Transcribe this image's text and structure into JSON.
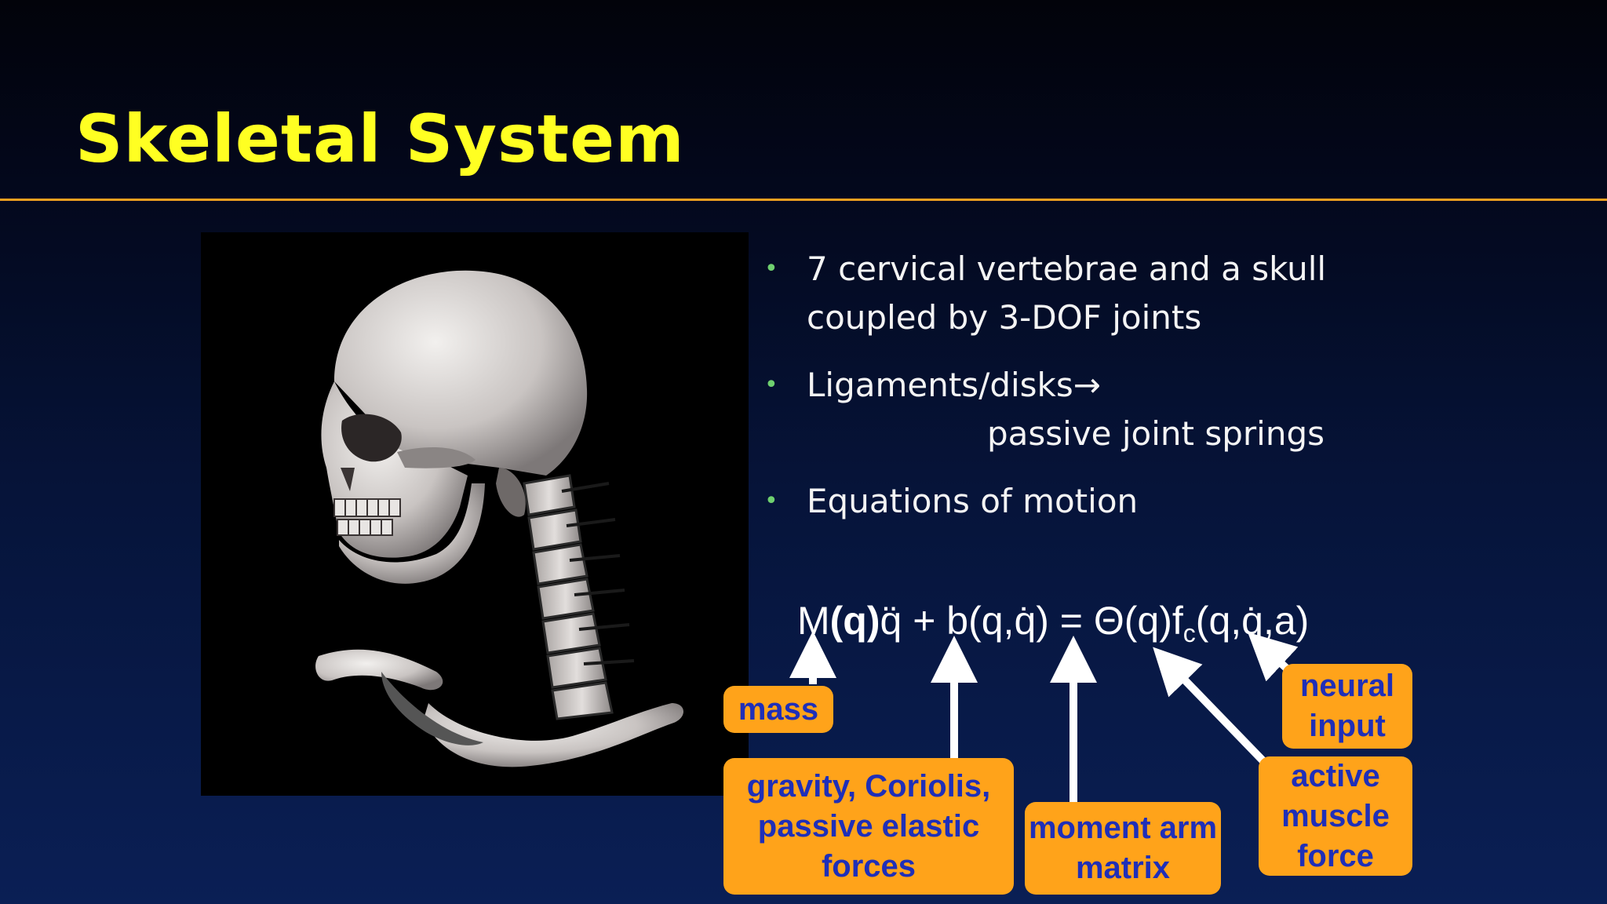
{
  "slide": {
    "title": "Skeletal System",
    "bullets": [
      {
        "line1": "7 cervical vertebrae and a skull",
        "line2": "coupled by 3-DOF joints"
      },
      {
        "line1": "Ligaments/disks→",
        "line2": "passive joint springs"
      },
      {
        "line1": "Equations of motion",
        "line2": ""
      }
    ],
    "bullet_marker": "•",
    "equation": {
      "p1": "M",
      "p2": "(q)",
      "p3": "q̈ + b(q,q̇) = ",
      "p4": "Θ(q)f",
      "sub": "c",
      "p5": "(q,q̇,a)"
    },
    "labels": {
      "mass": "mass",
      "gravity": "gravity, Coriolis, passive elastic forces",
      "moment": "moment arm matrix",
      "active": "active muscle force",
      "neural": "neural input"
    },
    "colors": {
      "title": "#ffff22",
      "rule": "#f0a020",
      "label_bg": "#ffa31a",
      "label_text": "#1f2fb8",
      "bullet_dot": "#6fd06f"
    },
    "figure_icon": "skull-and-cervical-spine-3d-render"
  }
}
